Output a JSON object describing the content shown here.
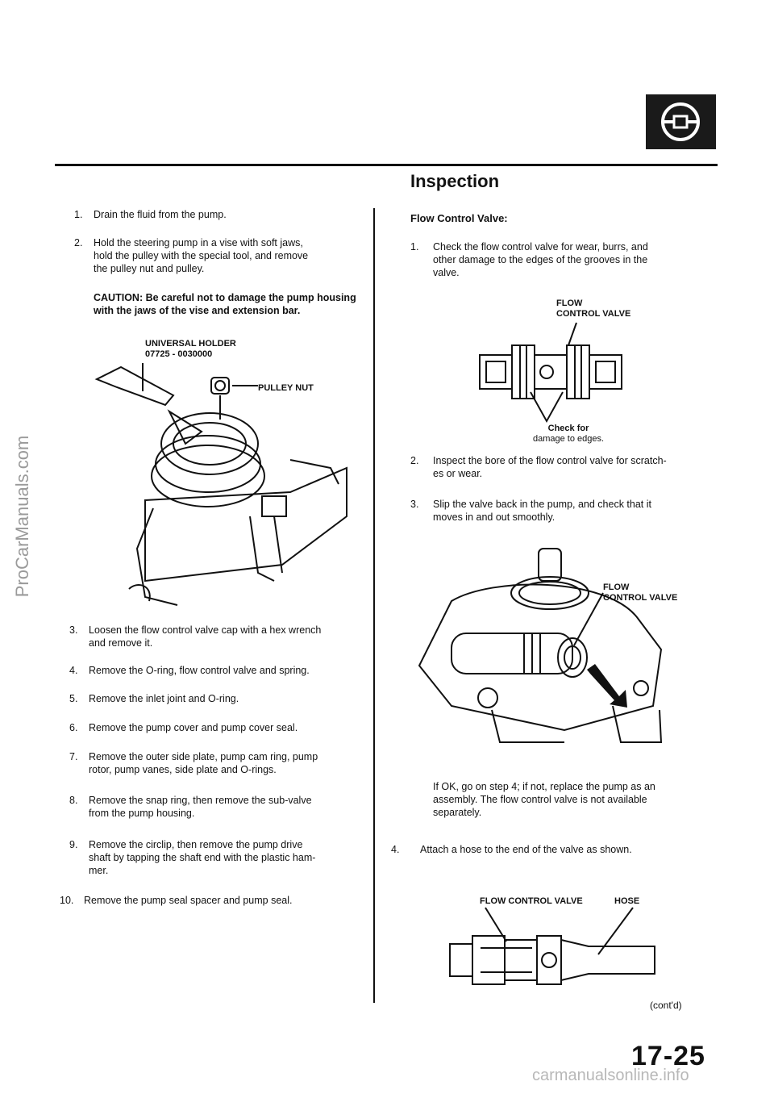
{
  "watermark_side": "ProCarManuals.com",
  "watermark_footer": "carmanualsonline.info",
  "section_title": "Inspection",
  "left_steps_top": [
    {
      "num": "1.",
      "text": "Drain the fluid from the pump."
    },
    {
      "num": "2.",
      "text": "Hold the steering pump in a vise with soft jaws,\nhold the pulley with the special tool, and remove\nthe pulley nut and pulley."
    }
  ],
  "caution": "CAUTION: Be careful not to damage the pump housing with the jaws of the vise and extension bar.",
  "tool_label_line1": "UNIVERSAL HOLDER",
  "tool_label_line2": "07725 - 0030000",
  "pulley_nut_label": "PULLEY NUT",
  "left_steps_bottom": [
    {
      "num": "3.",
      "text": "Loosen the flow control valve cap with a hex wrench\nand remove it."
    },
    {
      "num": "4.",
      "text": "Remove the O-ring, flow control valve and spring."
    },
    {
      "num": "5.",
      "text": "Remove the inlet joint and O-ring."
    },
    {
      "num": "6.",
      "text": "Remove the pump cover and pump cover seal."
    },
    {
      "num": "7.",
      "text": "Remove the outer side plate, pump cam ring, pump\nrotor, pump vanes, side plate and O-rings."
    },
    {
      "num": "8.",
      "text": "Remove the snap ring, then remove the sub-valve\nfrom the pump housing."
    },
    {
      "num": "9.",
      "text": "Remove the circlip, then remove the pump drive\nshaft by tapping the shaft end with the plastic ham-\nmer."
    },
    {
      "num": "10.",
      "text": "Remove the pump seal spacer and pump seal."
    }
  ],
  "flow_subhead": "Flow Control Valve:",
  "right_step1": {
    "num": "1.",
    "text": "Check the flow control valve for wear, burrs, and\nother damage to the edges of the grooves in the\nvalve."
  },
  "fcv_label_line1": "FLOW",
  "fcv_label_line2": "CONTROL VALVE",
  "check_caption_line1": "Check for",
  "check_caption_line2": "damage to edges.",
  "right_steps_mid": [
    {
      "num": "2.",
      "text": "Inspect the bore of the flow control valve for scratch-\nes or wear."
    },
    {
      "num": "3.",
      "text": "Slip the valve back in the pump, and check that it\nmoves in and out smoothly."
    }
  ],
  "fcv2_label_line1": "FLOW",
  "fcv2_label_line2": "CONTROL VALVE",
  "ok_note": "If OK, go on step 4; if not, replace the pump as an\nassembly. The flow control valve is not available\nseparately.",
  "right_step4": {
    "num": "4.",
    "text": "Attach a hose to the end of the valve as shown."
  },
  "fcv3_label": "FLOW CONTROL VALVE",
  "hose_label": "HOSE",
  "contd": "(cont'd)",
  "page_number": "17-25"
}
